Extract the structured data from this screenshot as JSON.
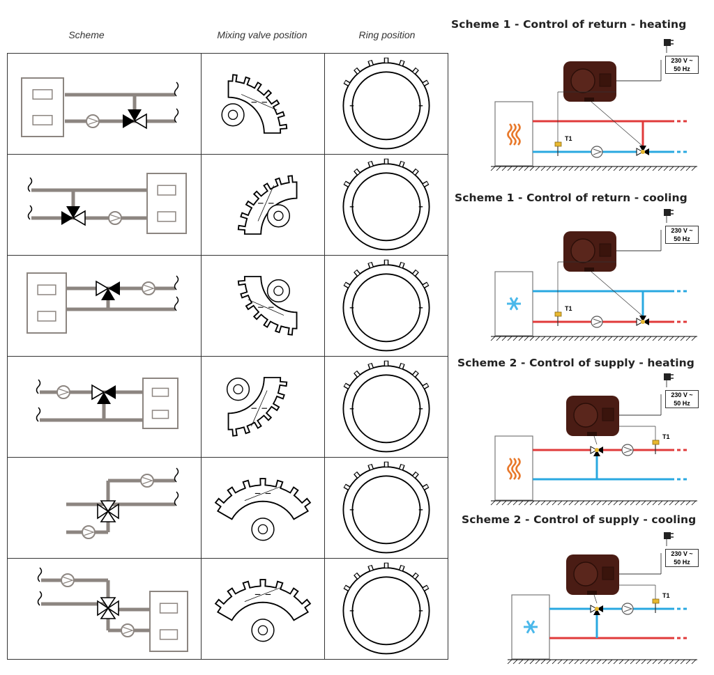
{
  "headers": {
    "scheme": "Scheme",
    "valve": "Mixing valve position",
    "ring": "Ring position"
  },
  "panels": [
    {
      "title": "Scheme 1 - Control of return - heating",
      "voltage_line1": "230 V ~",
      "voltage_line2": "50 Hz",
      "sensor": "T1",
      "mode": "heating"
    },
    {
      "title": "Scheme 1 - Control of return - cooling",
      "voltage_line1": "230 V ~",
      "voltage_line2": "50 Hz",
      "sensor": "T1",
      "mode": "cooling"
    },
    {
      "title": "Scheme 2 - Control of supply - heating",
      "voltage_line1": "230 V ~",
      "voltage_line2": "50 Hz",
      "sensor": "T1",
      "mode": "heating"
    },
    {
      "title": "Scheme 2 - Control of supply - cooling",
      "voltage_line1": "230 V ~",
      "voltage_line2": "50 Hz",
      "sensor": "T1",
      "mode": "cooling"
    }
  ],
  "colors": {
    "pipe_gray": "#8c8580",
    "hot": "#e03a3a",
    "cold": "#29a8e0",
    "controller": "#4a1c14",
    "heater_wave": "#e8782a",
    "snowflake": "#4ab8ea"
  },
  "icons": [
    "valve-icon",
    "pump-icon",
    "heater-icon",
    "snowflake-icon",
    "plug-icon",
    "controller-icon"
  ]
}
